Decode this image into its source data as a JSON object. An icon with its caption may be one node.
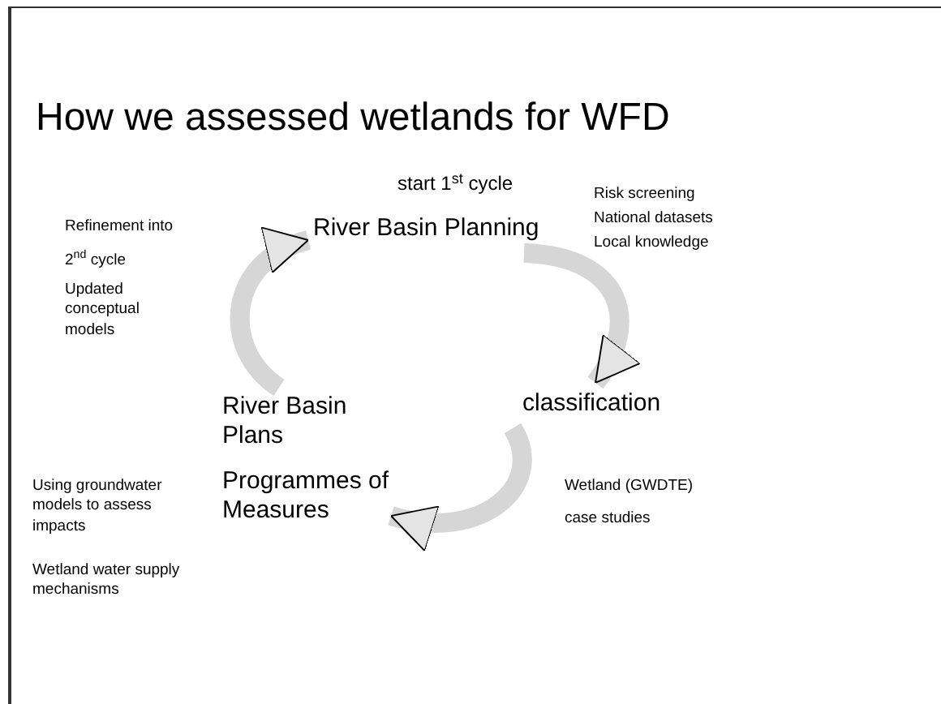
{
  "diagram": {
    "title": "How we assessed wetlands for WFD",
    "nodes": [
      {
        "text": [
          "start 1$^{st}$ cycle",
          "River Basin Planning"
        ]
      },
      {
        "text": [
          "classification"
        ]
      },
      {
        "text": [
          "River Basin Plans",
          "Programmes of Measures"
        ]
      }
    ],
    "edges": [
      {
        "from": 0,
        "to": 1,
        "arrow": "to"
      },
      {
        "from": 1,
        "to": 2,
        "arrow": "to"
      },
      {
        "from": 2,
        "to": 0,
        "arrow": "to"
      }
    ],
    "labels": [
      "Refinement into",
      "2$^{nd}$ cycle",
      "Updated conceptual models",
      "Risk screening",
      "National datasets",
      "Local knowledge",
      "Using groundwater models to assess impacts",
      "Wetland water supply mechanisms",
      "Wetland (GWDTE)",
      "case studies"
    ]
  }
}
